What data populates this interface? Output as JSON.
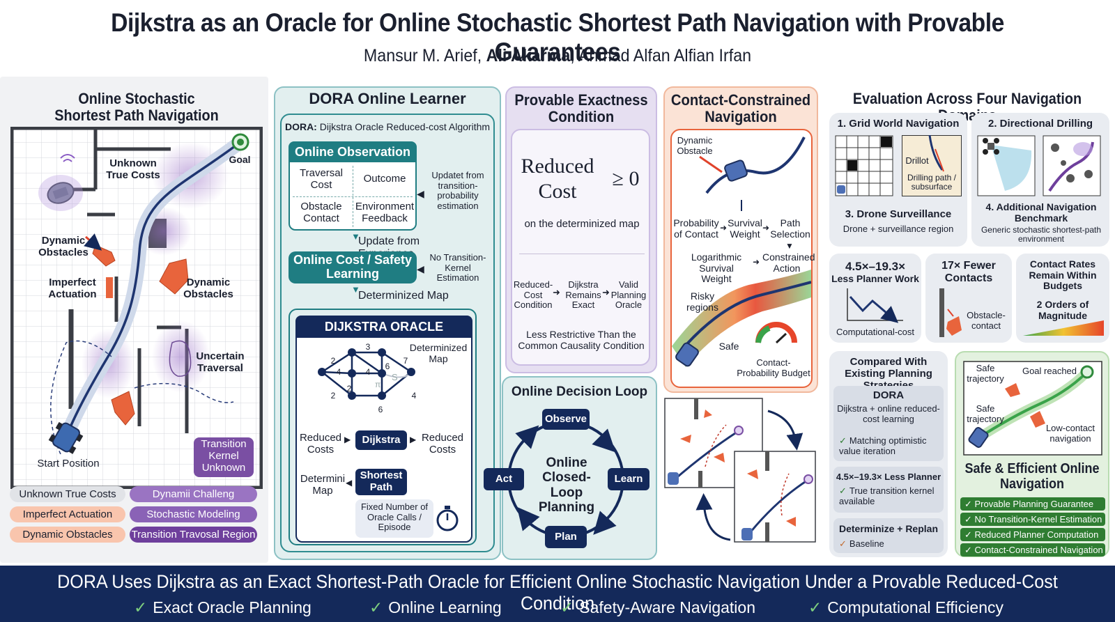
{
  "title": "Dijkstra as an Oracle for Online Stochastic Shortest Path Navigation with Provable Guarantees",
  "authors": {
    "a1": "Mansur M. Arief, ",
    "a2": "Ali Akarma",
    "a3": ", Ahmad Alfan Alfian Irfan"
  },
  "colors": {
    "navy": "#14295a",
    "teal": "#1f7d82",
    "purple": "#7a4fa3",
    "orange": "#e8643c",
    "green": "#2f7d32"
  },
  "p1": {
    "heading": "Online Stochastic Shortest Path Navigation",
    "goal": "Goal",
    "unknown_costs": "Unknown True Costs",
    "dyn1": "Dynamic Obstacles",
    "dyn2": "Dynamic Obstacles",
    "imperfect": "Imperfect Actuation",
    "uncertain": "Uncertain Traversal",
    "start": "Start Position",
    "kernel": "Transition Kernel Unknown",
    "tags_left": [
      "Unknown True Costs",
      "Imperfect Actuation",
      "Dynamic Obstacles"
    ],
    "tags_right": [
      "Dynamii Challeng",
      "Stochastic Modeling",
      "Transition Travosal Region"
    ]
  },
  "p2": {
    "heading": "DORA Online Learner",
    "dora_def_bold": "DORA:",
    "dora_def": " Dijkstra Oracle Reduced-cost Algorithm",
    "obs_title": "Online Observation",
    "obs_cells": [
      "Traversal Cost",
      "Outcome",
      "Obstacle Contact",
      "Environment Feedback"
    ],
    "updated": "Updatet from transition-probability estimation",
    "update_exp": "Update from Experience",
    "learn_title": "Online Cost / Safety Learning",
    "no_kernel": "No Transition-Kernel Estimation",
    "determinized": "Determinized Map",
    "oracle_title": "DIJKSTRA ORACLE",
    "oracle_map": "Determinized Map",
    "edge_labels": [
      "3",
      "2",
      "4",
      "4",
      "6",
      "7",
      "2",
      "2",
      "6",
      "4",
      "8",
      "5"
    ],
    "reduced_l": "Reduced Costs",
    "dijkstra": "Dijkstra",
    "reduced_r": "Reduced Costs",
    "det_map": "Determini Map",
    "shortest": "Shortest Path",
    "fixed": "Fixed Number of Oracle Calls / Episode"
  },
  "p3": {
    "heading": "Provable Exactness Condition",
    "formula_a": "Reduced",
    "formula_b": "Cost",
    "formula_c": "≥ 0",
    "sub": "on the determinized map",
    "chain": [
      "Reduced-Cost Condition",
      "Dijkstra Remains Exact",
      "Valid Planning Oracle"
    ],
    "less": "Less Restrictive Than the Common Causality Condition"
  },
  "p4": {
    "heading": "Contact-Constrained Navigation",
    "dyn": "Dynamic Obstacle",
    "prob": "Probability of Contact",
    "surv": "Survival Weight",
    "path_sel": "Path Selection",
    "log": "Logarithmic Survival Weight",
    "constr": "Constrained Action",
    "risky": "Risky regions",
    "safe": "Safe",
    "budget": "Contact-Probability Budget"
  },
  "loop": {
    "heading": "Online Decision Loop",
    "observe": "Observe",
    "learn": "Learn",
    "plan": "Plan",
    "act": "Act",
    "center": "Online Closed-Loop Planning"
  },
  "p5": {
    "heading": "Evaluation Across Four Navigation Domains",
    "d1": "1. Grid World Navigation",
    "d2": "2. Directional Drilling",
    "drillot": "Drillot",
    "drill_path": "Drilling path / subsurface",
    "d3": "3. Drone Surveillance",
    "d3_sub": "Drone + surveillance region",
    "d4": "4. Additional Navigation Benchmark",
    "d4_sub": "Generic stochastic shortest-path environment",
    "m1": "4.5×–19.3×",
    "m1b": "Less Planner Work",
    "m1c": "Computational-cost",
    "m2": "17× Fewer Contacts",
    "m2b": "Obstacle-contact",
    "m3": "Contact Rates Remain Within Budgets",
    "m3b": "2 Orders of Magnitude",
    "cmp_title": "Compared With Existing Planning Strategies",
    "dora": "DORA",
    "dora_sub": "Dijkstra + online reduced-cost learning",
    "dora_chk": "Matching optimistic value iteration",
    "less_pl": "4.5×–19.3× Less Planner",
    "less_chk": "True transition kernel available",
    "detrep": "Determinize + Replan",
    "detrep_chk": "Baseline",
    "safe_traj1": "Safe trajectory",
    "safe_traj2": "Safe trajectory",
    "goal_reached": "Goal reached",
    "low_contact": "Low-contact navigation",
    "safe_eff": "Safe & Efficient Online Navigation",
    "list": [
      "Provable Planning Guarantee",
      "No Transition-Kernel Estimation",
      "Reduced Planner Computation",
      "Contact-Constrained Navigation"
    ]
  },
  "banner": {
    "head": "DORA Uses Dijkstra as an Exact Shortest-Path Oracle for Efficient Online Stochastic Navigation Under a Provable Reduced-Cost Condition",
    "checks": [
      "Exact Oracle Planning",
      "Online Learning",
      "Safety-Aware Navigation",
      "Computational Efficiency"
    ]
  }
}
